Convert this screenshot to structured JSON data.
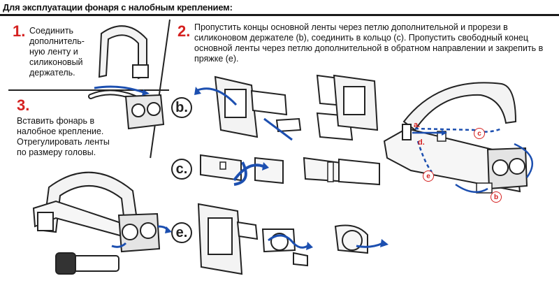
{
  "header": {
    "title": "Для эксплуатации фонаря с налобным креплением:"
  },
  "steps": [
    {
      "number": "1.",
      "text_lines": [
        "Соединить",
        "дополнитель-",
        "ную ленту и",
        "силиконовый",
        "держатель."
      ]
    },
    {
      "number": "2.",
      "text_lines": [
        "Пропустить концы основной ленты через петлю дополнительной и прорези в",
        "силиконовом держателе (b), соединить в кольцо (c). Пропустить свободный конец",
        "основной ленты через петлю дополнительной в обратном направлении и закрепить в",
        "пряжке (e)."
      ]
    },
    {
      "number": "3.",
      "text_lines": [
        "Вставить фонарь в",
        "налобное крепление.",
        "Отрегулировать ленты",
        "по размеру головы."
      ]
    }
  ],
  "sub_steps": [
    "b.",
    "c.",
    "e."
  ],
  "markers": {
    "a": "a.",
    "d": "d.",
    "b": "b",
    "c": "c",
    "e": "e"
  },
  "colors": {
    "accent_red": "#d52120",
    "arrow_blue": "#1c4fb0",
    "ink": "#222222"
  }
}
